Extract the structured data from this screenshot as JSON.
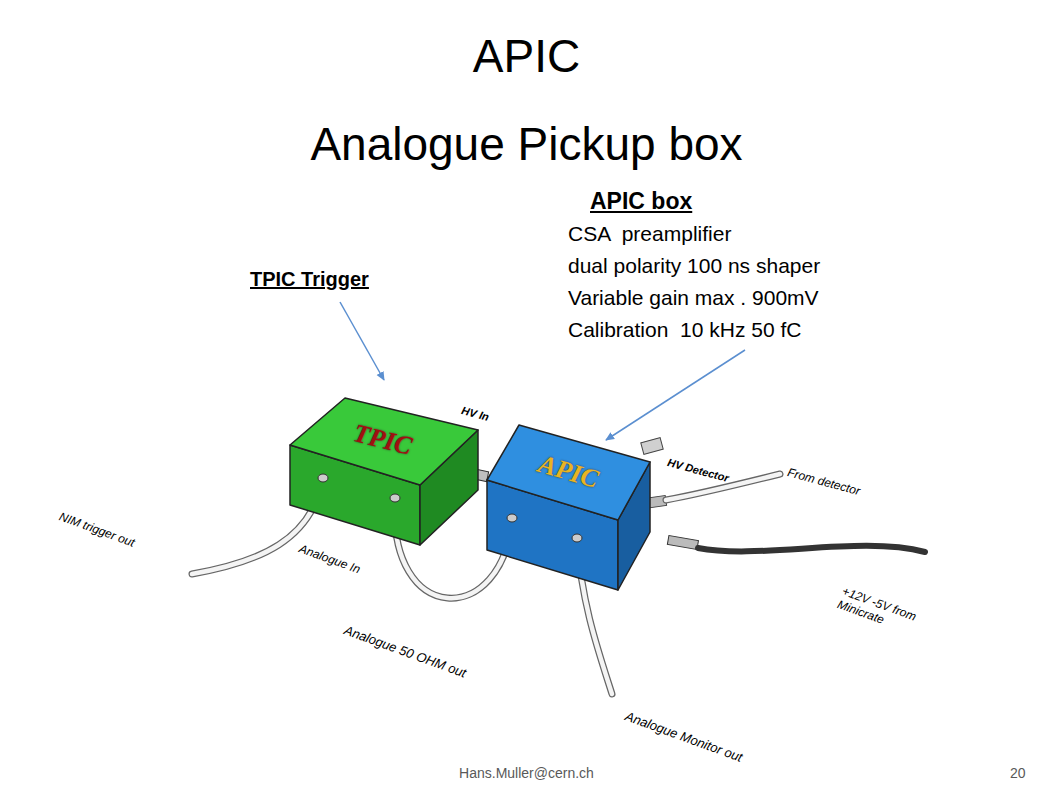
{
  "diagram": {
    "title": "APIC",
    "nodes": [
      {
        "text": [
          "TPIC"
        ]
      },
      {
        "text": [
          "APIC"
        ]
      }
    ],
    "edges": [
      {
        "from": 1,
        "to": 0,
        "arrow": "none"
      }
    ],
    "labels": [
      "Analogue Pickup box",
      "TPIC Trigger",
      "APIC box",
      "CSA  preamplifier",
      "dual polarity 100 ns shaper",
      "Variable gain max . 900mV",
      "Calibration  10 kHz 50 fC",
      "HV In",
      "HV Detector",
      "From detector",
      "NIM trigger out",
      "Analogue In",
      "Analogue 50 OHM out",
      "Analogue Monitor out",
      "+12V -5V from Minicrate",
      "Hans.Muller@cern.ch",
      "20"
    ]
  }
}
